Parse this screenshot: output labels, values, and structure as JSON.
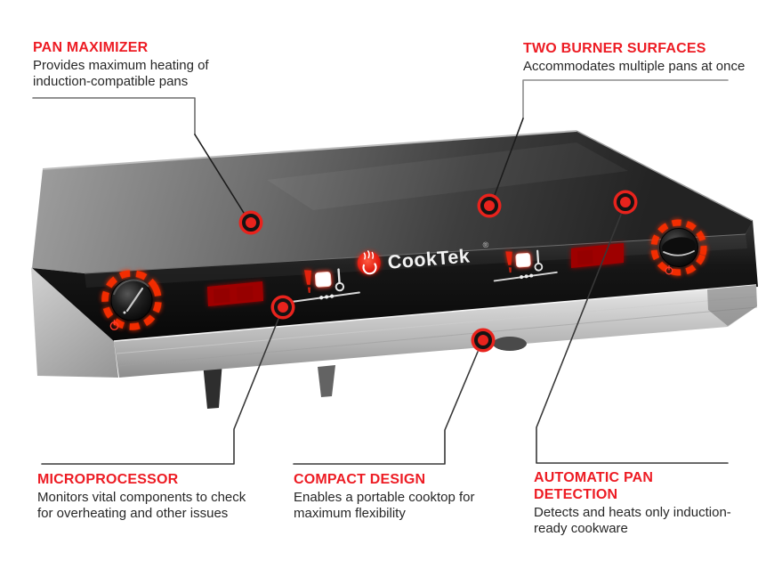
{
  "page": {
    "background": "#ffffff"
  },
  "colors": {
    "title_red": "#ed1c24",
    "marker_red": "#e8231d",
    "body_text": "#272727",
    "connector_gray": "#6f6f6f",
    "connector_dark": "#1c1c1c",
    "display_red": "#d40b0b",
    "knob_ring_red": "#ff2e00"
  },
  "device": {
    "brand": "CookTek",
    "registered_mark": "®",
    "description": "two-burner induction cooktop photo"
  },
  "icons": {
    "marker": "red-ring-hotspot-icon",
    "power": "power-icon",
    "flame_logo": "cooktek-flame-icon",
    "thermometer": "thermometer-icon",
    "pan_alert": "pan-heat-alert-icon"
  },
  "callouts": [
    {
      "id": "pan-maximizer",
      "title": "PAN MAXIMIZER",
      "description": "Provides maximum heating of induction-compatible pans"
    },
    {
      "id": "two-burner-surfaces",
      "title": "TWO BURNER SURFACES",
      "description": "Accommodates multiple pans at once"
    },
    {
      "id": "microprocessor",
      "title": "MICROPROCESSOR",
      "description": "Monitors vital components to check for overheating and other issues"
    },
    {
      "id": "compact-design",
      "title": "COMPACT DESIGN",
      "description": "Enables a portable cooktop for maximum flexibility"
    },
    {
      "id": "automatic-pan-detection",
      "title": "AUTOMATIC PAN DETECTION",
      "description": "Detects and heats only induction-ready cookware"
    }
  ]
}
